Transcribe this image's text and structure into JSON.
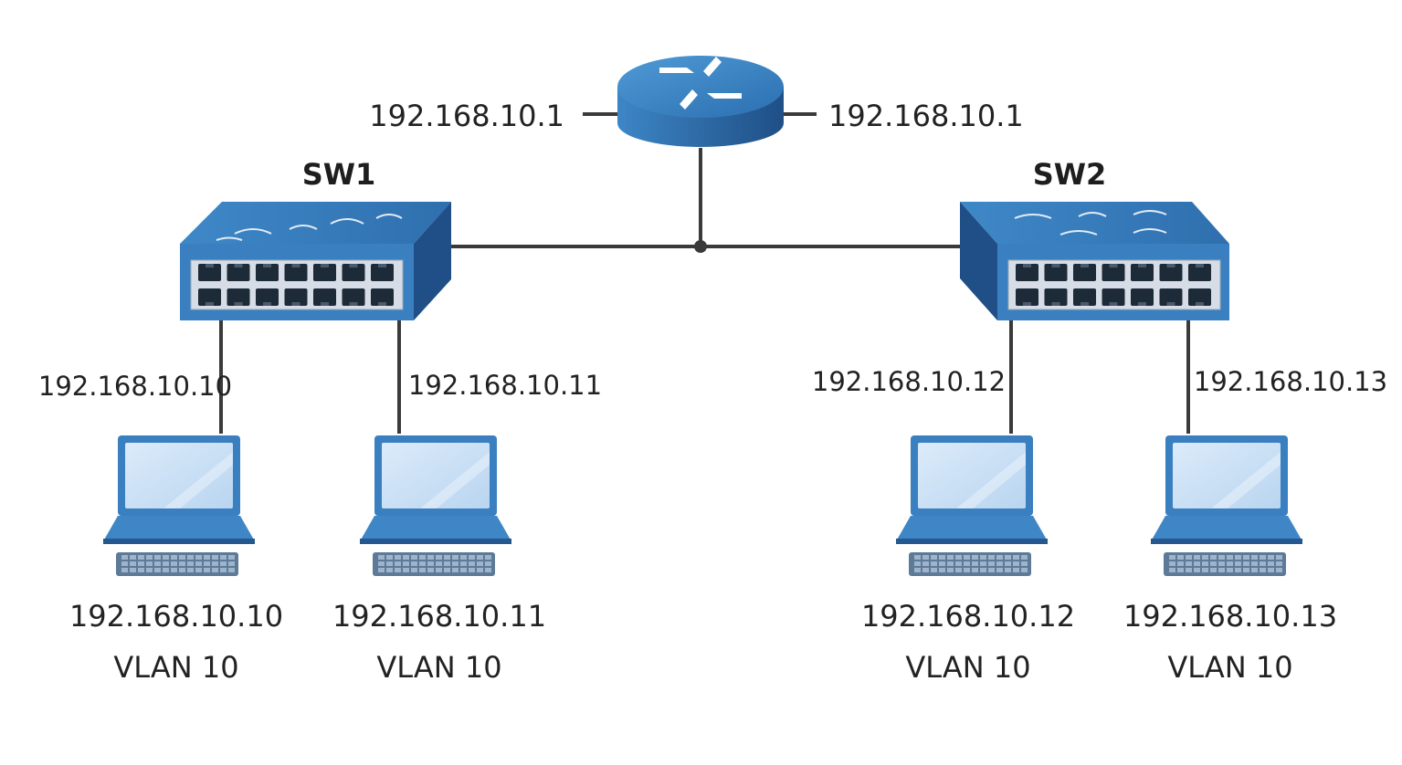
{
  "colors": {
    "device_blue": "#3a7fbf",
    "device_dark": "#1f4f86",
    "screen": "#cfe3f6",
    "link": "#3a3a3a",
    "text": "#222222"
  },
  "router": {
    "icon": "router-icon",
    "left_label": "192.168.10.1",
    "right_label": "192.168.10.1"
  },
  "switches": [
    {
      "name": "SW1",
      "icon": "switch-icon"
    },
    {
      "name": "SW2",
      "icon": "switch-icon"
    }
  ],
  "hosts": [
    {
      "link_label": "192.168.10.10",
      "ip": "192.168.10.10",
      "vlan": "VLAN 10",
      "icon": "laptop-icon"
    },
    {
      "link_label": "192.168.10.11",
      "ip": "192.168.10.11",
      "vlan": "VLAN 10",
      "icon": "laptop-icon"
    },
    {
      "link_label": "192.168.10.12",
      "ip": "192.168.10.12",
      "vlan": "VLAN 10",
      "icon": "laptop-icon"
    },
    {
      "link_label": "192.168.10.13",
      "ip": "192.168.10.13",
      "vlan": "VLAN 10",
      "icon": "laptop-icon"
    }
  ]
}
